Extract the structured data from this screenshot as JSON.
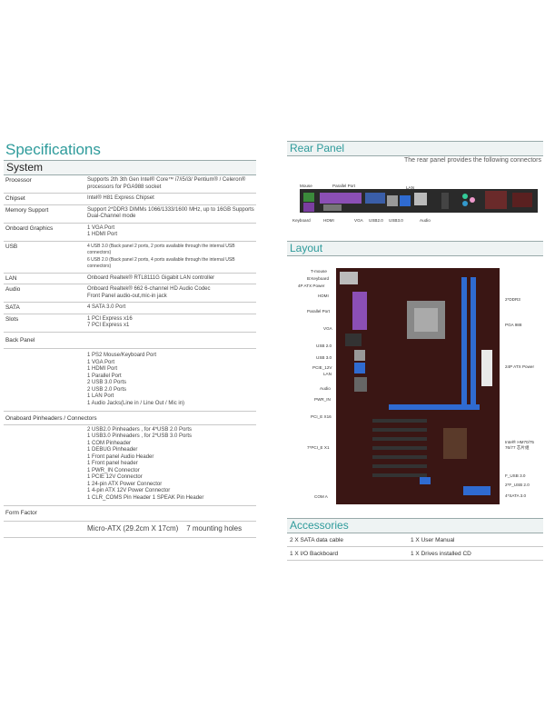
{
  "specifications": {
    "title": "Specifications",
    "system_label": "System",
    "rows": [
      {
        "key": "Processor",
        "value": "Supports 2th 3th Gen Intel® Core™ i7/i5/i3/ Pentium® / Celeron® processors for PGA988  socket"
      },
      {
        "key": "Chipset",
        "value": "Intel® H81 Express Chipset"
      },
      {
        "key": "Memory Support",
        "value": "Support 2*DDR3 DIMMs 1066/1333/1600 MHz, up to 16GB Supports Dual-Channel mode"
      },
      {
        "key": "Onboard Graphics",
        "value": "1  VGA Port\n1  HDMI Port"
      },
      {
        "key": "USB",
        "value": "4 USB 3.0 (Back panel 2 ports, 2 ports available through the internal USB connectors)\n6 USB 2.0 (Back panel 2 ports, 4 ports available through the internal USB connectors)"
      },
      {
        "key": "LAN",
        "value": "Onboard Realtek® RTL8111G Gigabit LAN controller"
      },
      {
        "key": "Audio",
        "value": "Onboard Realtek® 662 6-channel HD Audio Codec\nFront Panel audio-out,mic-in jack"
      },
      {
        "key": "SATA",
        "value": "4 SATA 3.0 Port"
      },
      {
        "key": "Slots",
        "value": "1  PCI Express x16\n7  PCI Express x1"
      }
    ],
    "back_panel_label": "Back Panel",
    "back_panel_items": "1  PS2 Mouse/Keyboard Port\n1  VGA Port\n1  HDMI Port\n1  Parallel  Port\n2  USB 3.0 Ports\n2  USB 2.0 Ports\n1  LAN Port\n1  Audio Jacks(Line in / Line Out / Mic in)",
    "pinheaders_label": "Onaboard Pinheaders / Connectors",
    "pinheaders_items": "2  USB2.0 Pinheaders , for 4*USB 2.0 Ports\n1  USB3.0 Pinheaders , for 2*USB 3.0 Ports\n1  COM Pinheader\n1  DEBUG Pinheader\n1  Front panel Audio Header\n1  Front panel header\n1  PWR_IN Connector\n1  PCIE 12V Connector\n1  24-pin ATX Power Connector\n1  4-pin ATX 12V Power Connector\n1  CLR_COMS Pin Header       1  SPEAK Pin Header",
    "form_factor_label": "Form Factor",
    "form_factor_value": "Micro-ATX (29.2cm X 17cm)    7 mounting holes"
  },
  "rear_panel": {
    "title": "Rear Panel",
    "subtitle": "The rear panel provides the following connectors",
    "labels_top": [
      "Mouse",
      "Parallel Port",
      "LAN"
    ],
    "labels_bottom": [
      "Keyboard",
      "HDMI",
      "VGA",
      "USB2.0",
      "USB3.0",
      "Audio"
    ]
  },
  "layout": {
    "title": "Layout",
    "left_labels": [
      "T-mouse",
      "B:Keyboard",
      "4P ATX Power",
      "HDMI",
      "Parallel Port",
      "VGA",
      "USB 2.0",
      "USB 3.0",
      "PCIE_12V",
      "LAN",
      "Audio",
      "PWR_IN",
      "PCI_E X16",
      "7*PCI_E X1",
      "COM A"
    ],
    "right_labels": [
      "2*DDR3",
      "PGA 988",
      "24P ATX Power",
      "Intel® HM70/75 76/77 芯片组",
      "F_USB 3.0",
      "2*F_USB 2.0",
      "4*SATA 3.0"
    ]
  },
  "accessories": {
    "title": "Accessories",
    "rows": [
      [
        "2 X SATA  data cable",
        "1  X User Manual"
      ],
      [
        "1 X I/O  Backboard",
        "1  X Drives installed CD"
      ]
    ]
  }
}
